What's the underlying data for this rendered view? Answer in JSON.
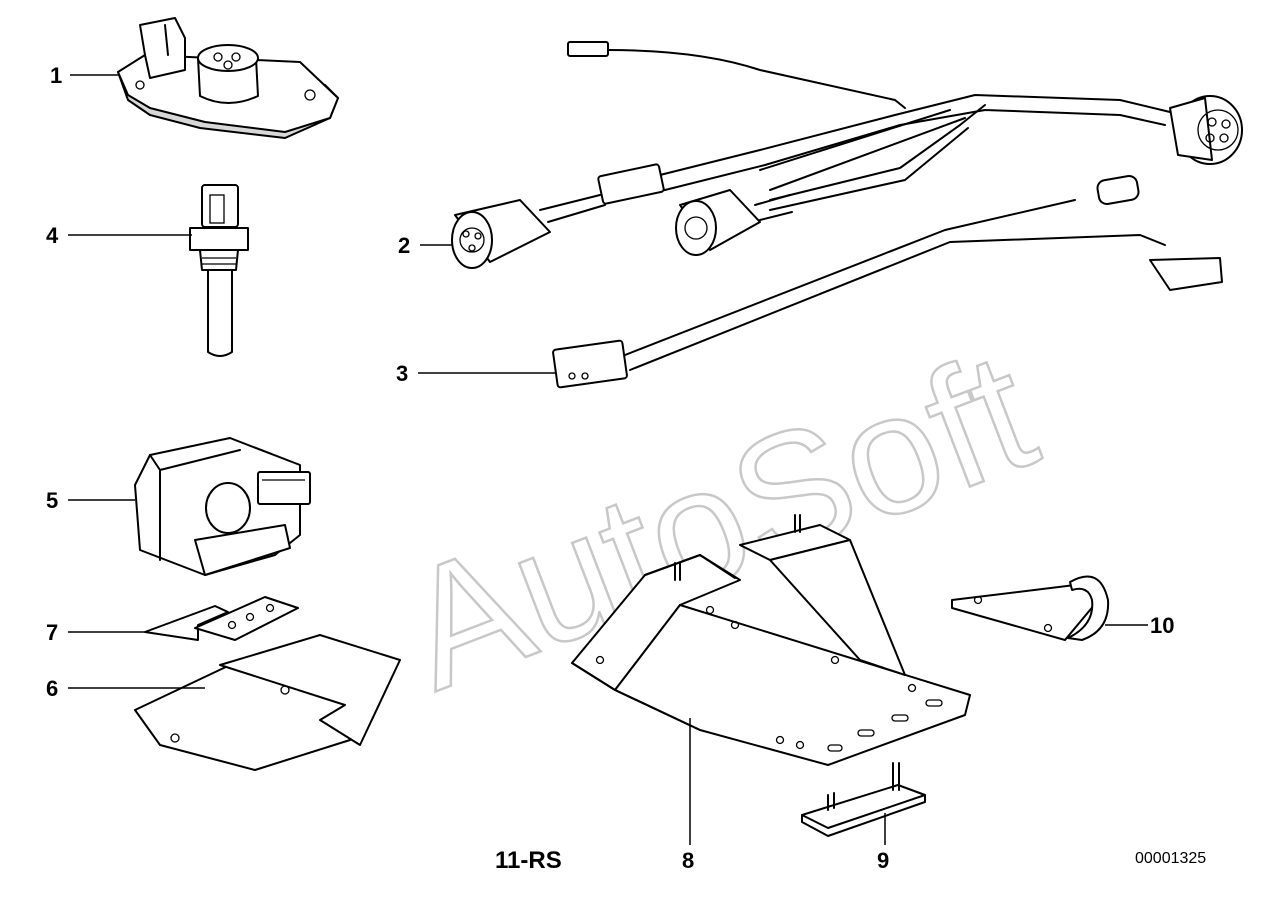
{
  "diagram": {
    "watermark": "AutoSoft",
    "footer_label": "11-RS",
    "diagram_id": "00001325",
    "callouts": [
      "1",
      "2",
      "3",
      "4",
      "5",
      "6",
      "7",
      "8",
      "9",
      "10"
    ]
  }
}
